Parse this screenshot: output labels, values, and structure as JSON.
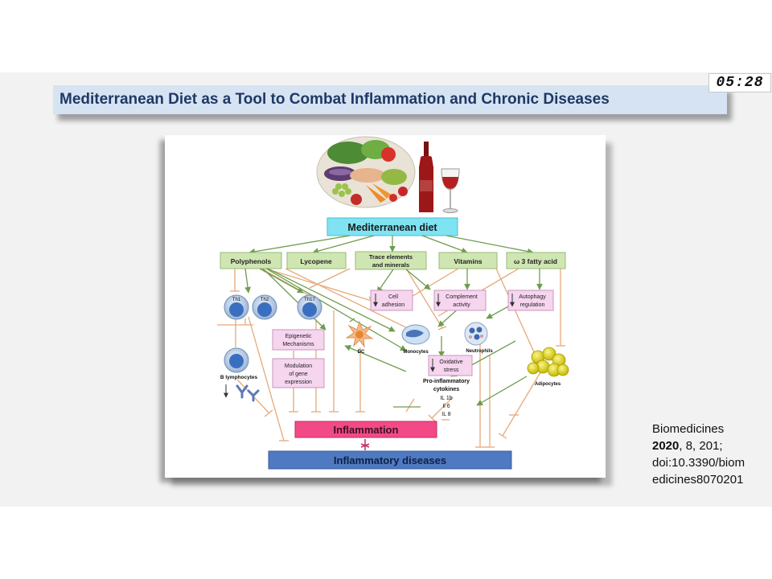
{
  "slide": {
    "title": "Mediterranean Diet as a Tool to Combat Inflammation and Chronic Diseases",
    "clock": "05:28"
  },
  "figure": {
    "diet_label": "Mediterranean diet",
    "components": [
      "Polyphenols",
      "Lycopene",
      "Trace elements",
      "and minerals",
      "Vitamins",
      "ω 3 fatty acid"
    ],
    "cells": {
      "th1": "Th1",
      "th2": "Th2",
      "th17": "Th17",
      "b_lymphocytes": "B lymphocytes",
      "dc": "DC",
      "monocytes": "Monocytes",
      "neutrophils": "Neutrophils",
      "adipocytes": "Adipocytes"
    },
    "processes": {
      "cell_adhesion_1": "Cell",
      "cell_adhesion_2": "adhesion",
      "complement_1": "Complement",
      "complement_2": "activity",
      "autophagy_1": "Autophagy",
      "autophagy_2": "regulation",
      "epigenetic_1": "Epigenetic",
      "epigenetic_2": "Mechanisms",
      "modulation_1": "Modulation",
      "modulation_2": "of gene",
      "modulation_3": "expression",
      "oxidative_1": "Oxidative",
      "oxidative_2": "stress"
    },
    "cytokines": {
      "title_1": "Pro-inflammatory",
      "title_2": "cytokines",
      "il1b": "IL 1b",
      "il6": "Il 6",
      "il8": "IL 8"
    },
    "inflammation_label": "Inflammation",
    "diseases_label": "Inflammatory diseases",
    "colors": {
      "diet_box": "#7fe3f2",
      "component_box": "#cfe6b2",
      "process_box": "#f6d5ef",
      "inflammation_box": "#f24a86",
      "diseases_box": "#4f79c0",
      "green_arrow": "#6e9d4e",
      "orange_inhibit": "#e7a878"
    }
  },
  "citation": {
    "journal": "Biomedicines",
    "year": "2020",
    "volume_pages": ", 8, 201;",
    "doi_line1": "doi:10.3390/biom",
    "doi_line2": "edicines8070201"
  }
}
